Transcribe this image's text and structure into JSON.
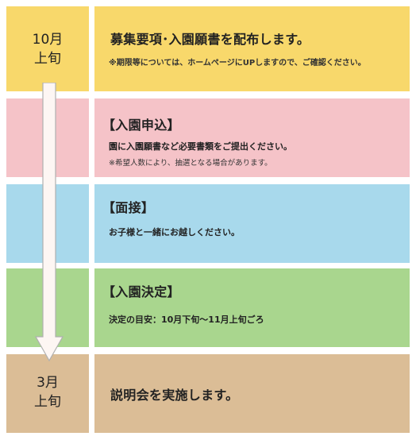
{
  "timeline": {
    "start_month": {
      "line1": "10月",
      "line2": "上旬"
    },
    "end_month": {
      "line1": "3月",
      "line2": "上旬"
    }
  },
  "steps": [
    {
      "title": "募集要項･入園願書を配布します。",
      "note": "※期限等については、ホームページにUPしますので、ご確認ください。",
      "color": "#f8d86b"
    },
    {
      "title": "【入園申込】",
      "description": "園に入園願書など必要書類をご提出ください。",
      "note": "※希望人数により、抽選となる場合があります。",
      "color": "#f5c3c8"
    },
    {
      "title": "【面接】",
      "description": "お子様と一緒にお越しください。",
      "color": "#a8d9ec"
    },
    {
      "title": "【入園決定】",
      "description": "決定の目安：10月下旬～11月上旬ごろ",
      "color": "#a9d68e"
    },
    {
      "title": "説明会を実施します。",
      "color": "#dbbd96"
    }
  ],
  "colors": {
    "arrow_fill": "#fdf6f3",
    "arrow_stroke": "#b0b0b0"
  }
}
